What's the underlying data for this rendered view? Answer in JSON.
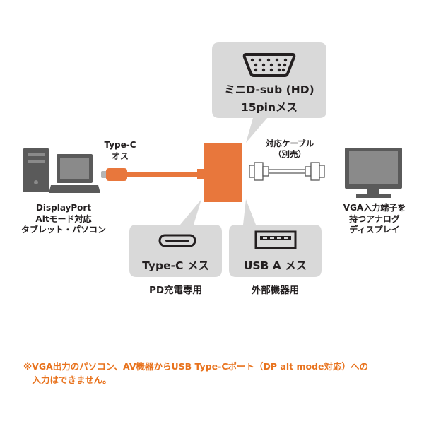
{
  "colors": {
    "bubble": "#d9d9d9",
    "adapter": "#e8773c",
    "device": "#5a5a5a",
    "note": "#e8731e"
  },
  "icons": {
    "computer": "desktop-tower-and-laptop-icon",
    "monitor": "analog-display-icon",
    "vga_port": "vga-d-sub-port-icon",
    "typec_port": "usb-type-c-port-icon",
    "usba_port": "usb-a-port-icon"
  },
  "labels": {
    "vga_port_line1": "ミニD-sub (HD)",
    "vga_port_line2": "15pinメス",
    "typec_cable_line1": "Type-C",
    "typec_cable_line2": "オス",
    "vga_cable_line1": "対応ケーブル",
    "vga_cable_line2": "（別売）",
    "source_line1": "DisplayPort",
    "source_line2": "Altモード対応",
    "source_line3": "タブレット・パソコン",
    "display_line1": "VGA入力端子を",
    "display_line2": "持つアナログ",
    "display_line3": "ディスプレイ",
    "typec_port": "Type-C メス",
    "typec_purpose": "PD充電専用",
    "usba_port": "USB A メス",
    "usba_purpose": "外部機器用"
  },
  "note": {
    "line1": "※VGA出力のパソコン、AV機器からUSB Type-Cポート（DP alt mode対応）への",
    "line2": "　入力はできません。"
  }
}
